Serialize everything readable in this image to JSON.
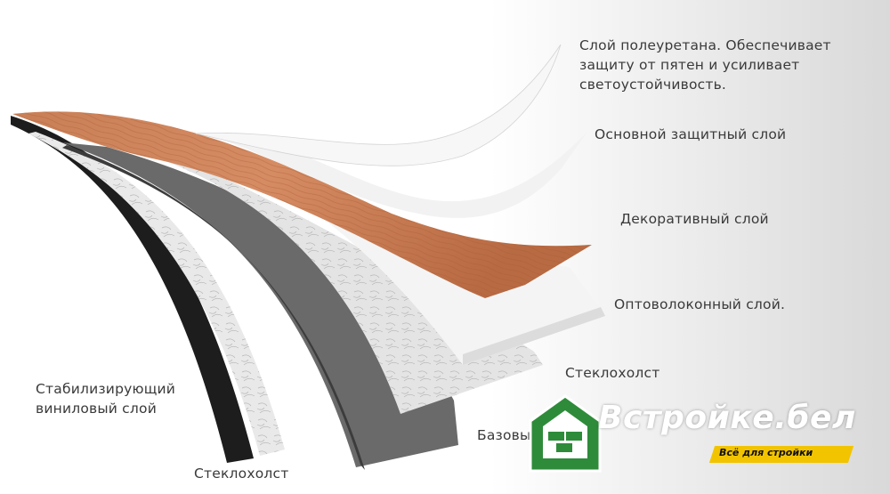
{
  "labels": {
    "polyurethane": [
      "Слой полеуретана. Обеспечивает",
      "защиту от пятен и усиливает",
      "светоустойчивость."
    ],
    "protective": "Основной защитный слой",
    "decorative": "Декоративный слой",
    "fiber": "Оптоволоконный слой.",
    "fiberglass_right": "Стеклохолст",
    "base": "Базовый",
    "stabilizing": [
      "Стабилизирующий",
      "виниловый слой"
    ],
    "fiberglass_bottom": "Стеклохолст"
  },
  "logo": {
    "name": "Встройке.бел",
    "tagline": "Всё для стройки",
    "colors": {
      "badge": "#2e8b3a",
      "bar": "#f2c400"
    }
  }
}
